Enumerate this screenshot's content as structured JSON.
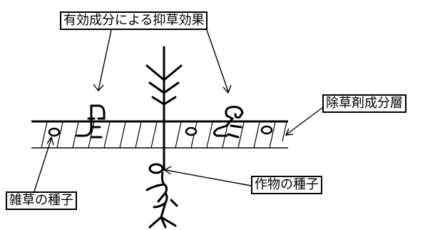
{
  "labels": {
    "herbicidal_effect": "有効成分による抑草効果",
    "herbicide_layer": "除草剤成分層",
    "crop_seed": "作物の種子",
    "weed_seed": "雑草の種子"
  },
  "colors": {
    "line": "#000000",
    "background": "#ffffff"
  }
}
